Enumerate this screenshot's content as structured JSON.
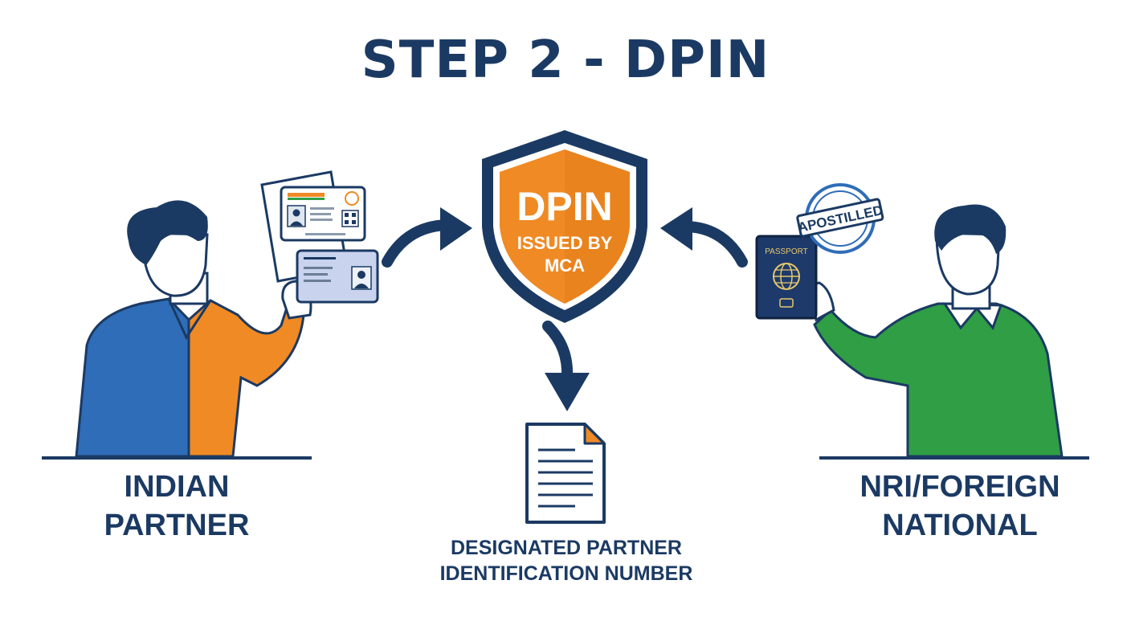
{
  "title": "STEP 2 - DPIN",
  "shield": {
    "heading": "DPIN",
    "line1": "ISSUED BY",
    "line2": "MCA"
  },
  "left_person": {
    "label_line1": "INDIAN",
    "label_line2": "PARTNER"
  },
  "right_person": {
    "label_line1": "NRI/FOREIGN",
    "label_line2": "NATIONAL",
    "passport_text": "PASSPORT",
    "stamp_text": "APOSTILLED"
  },
  "document": {
    "label_line1": "DESIGNATED PARTNER",
    "label_line2": "IDENTIFICATION NUMBER"
  },
  "colors": {
    "navy": "#1b3a63",
    "orange": "#f08a24",
    "blue": "#2f6db8",
    "green": "#2f9e44"
  }
}
